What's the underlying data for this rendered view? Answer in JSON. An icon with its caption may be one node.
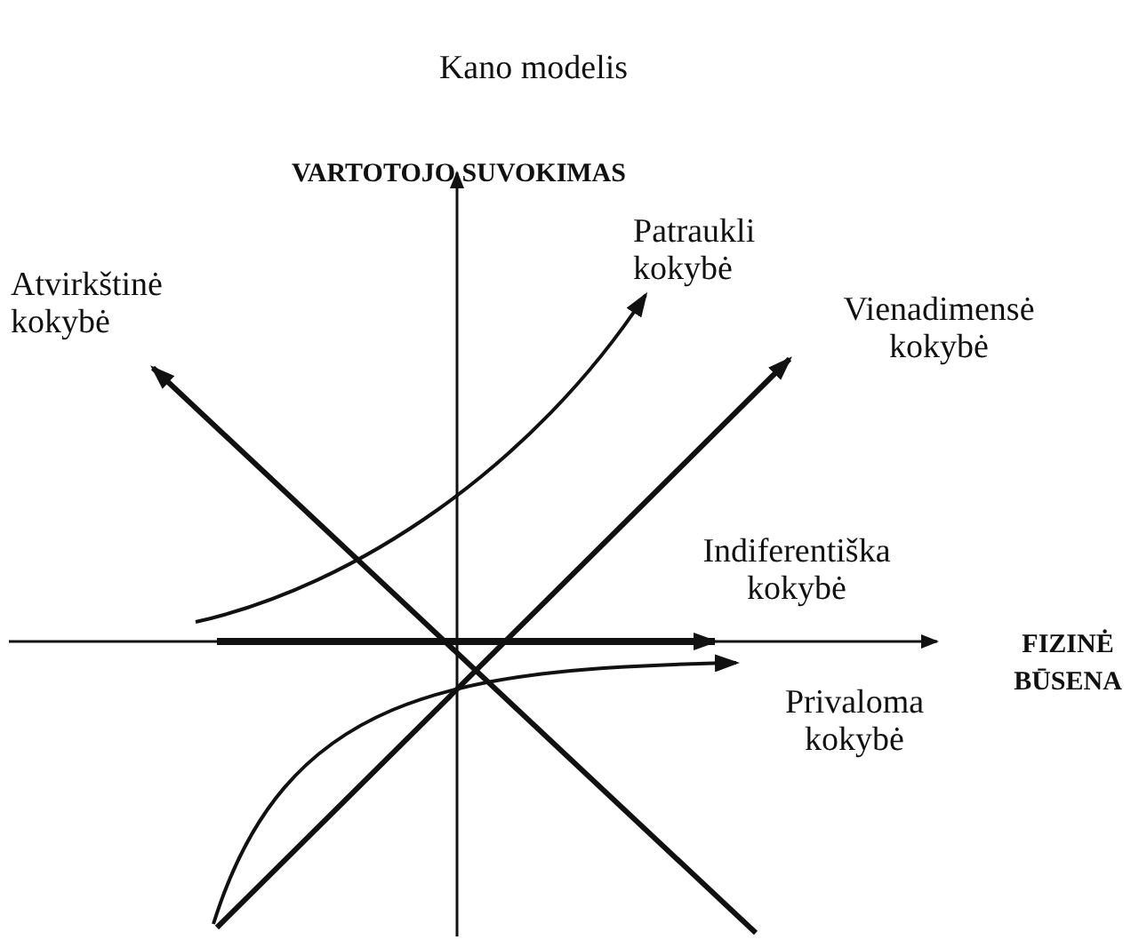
{
  "diagram": {
    "title": "Kano modelis",
    "labels": [
      "VARTOTOJO SUVOKIMAS",
      "Atvirkštinė kokybė",
      "Patraukli kokybė",
      "Vienadimensė kokybė",
      "Indiferentiška kokybė",
      "FIZINĖ BŪSENA",
      "Privaloma kokybė"
    ]
  }
}
